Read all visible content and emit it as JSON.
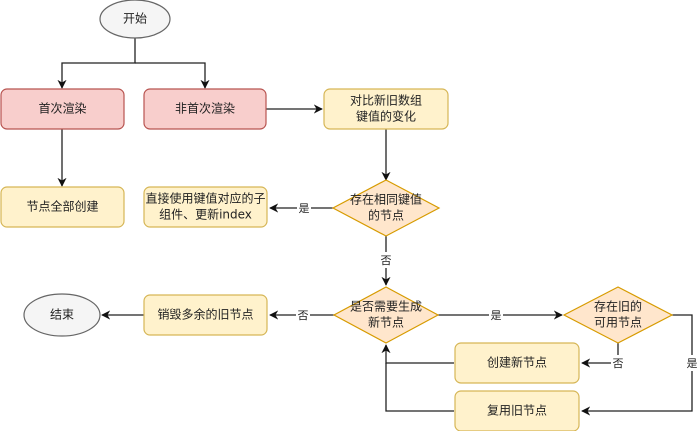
{
  "colors": {
    "terminal_fill": "#f5f5f5",
    "terminal_stroke": "#666666",
    "red_fill": "#f8cecc",
    "red_stroke": "#b85450",
    "yellow_fill": "#fff2cc",
    "yellow_stroke": "#d6b656",
    "diamond_fill": "#ffe6cc",
    "diamond_stroke": "#d79b00",
    "edge": "#222222"
  },
  "nodes": {
    "start": {
      "label": [
        "开始"
      ]
    },
    "first_render": {
      "label": [
        "首次渲染"
      ]
    },
    "non_first_render": {
      "label": [
        "非首次渲染"
      ]
    },
    "compare_keys": {
      "label": [
        "对比新旧数组",
        "键值的变化"
      ]
    },
    "create_all": {
      "label": [
        "节点全部创建"
      ]
    },
    "same_key_exists": {
      "label": [
        "存在相同键值",
        "的节点"
      ]
    },
    "reuse_by_key": {
      "label": [
        "直接使用键值对应的子",
        "组件、更新index"
      ]
    },
    "need_new_node": {
      "label": [
        "是否需要生成",
        "新节点"
      ]
    },
    "destroy_old": {
      "label": [
        "销毁多余的旧节点"
      ]
    },
    "end": {
      "label": [
        "结束"
      ]
    },
    "old_available": {
      "label": [
        "存在旧的",
        "可用节点"
      ]
    },
    "create_new": {
      "label": [
        "创建新节点"
      ]
    },
    "reuse_old": {
      "label": [
        "复用旧节点"
      ]
    }
  },
  "edge_labels": {
    "same_key_yes": "是",
    "same_key_no": "否",
    "need_new_yes": "是",
    "need_new_no": "否",
    "old_available_no": "否",
    "old_available_yes": "是"
  }
}
